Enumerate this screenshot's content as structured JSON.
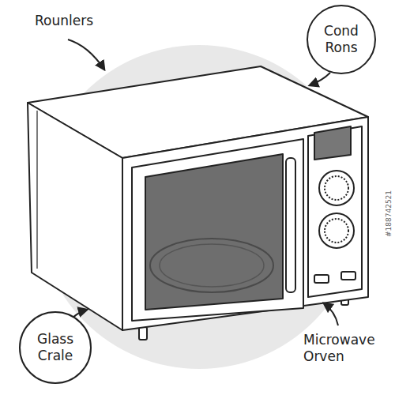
{
  "diagram": {
    "nodes": [
      {
        "text": [
          "Cond Rons"
        ]
      },
      {
        "text": [
          "Glass Crale"
        ]
      }
    ],
    "labels": [
      "Rounlers",
      "Microwave Orven",
      "#188742521"
    ]
  }
}
